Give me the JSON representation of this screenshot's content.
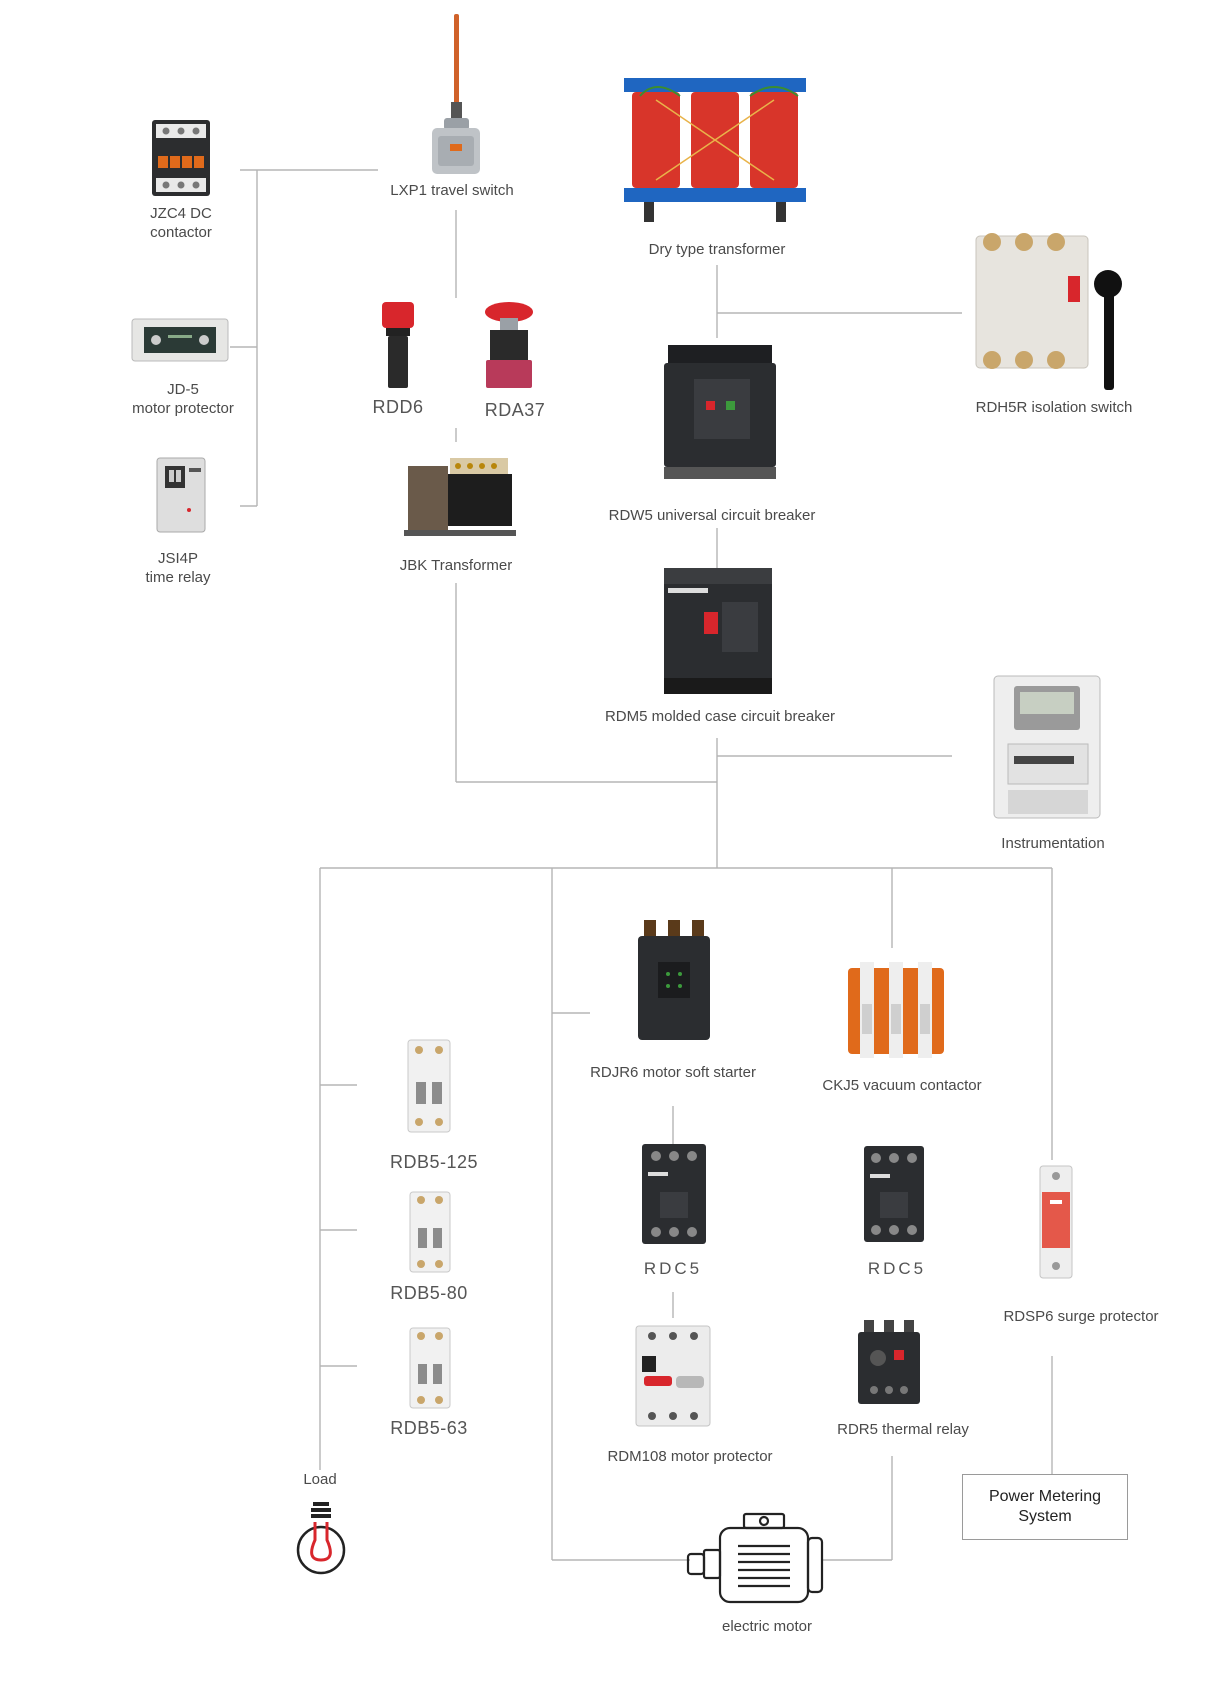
{
  "labels": {
    "jzc4": [
      "JZC4 DC",
      "contactor"
    ],
    "lxp1": "LXP1 travel switch",
    "dry_transformer": "Dry type transformer",
    "jd5": [
      "JD-5",
      "motor protector"
    ],
    "rdd6": "RDD6",
    "rda37": "RDA37",
    "rdh5r": "RDH5R isolation switch",
    "jsi4p": [
      "JSI4P",
      "time relay"
    ],
    "jbk": "JBK Transformer",
    "rdw5": "RDW5 universal circuit breaker",
    "rdm5": "RDM5 molded case circuit breaker",
    "instrumentation": "Instrumentation",
    "rdjr6": "RDJR6 motor soft starter",
    "ckj5": "CKJ5 vacuum contactor",
    "rdb5_125": "RDB5-125",
    "rdb5_80": "RDB5-80",
    "rdb5_63": "RDB5-63",
    "rdc5_a": "RDC5",
    "rdc5_b": "RDC5",
    "rdsp6": "RDSP6 surge protector",
    "rdm108": "RDM108 motor protector",
    "rdr5": "RDR5 thermal relay",
    "load": "Load",
    "power_metering": [
      "Power Metering",
      "System"
    ],
    "electric_motor": "electric motor"
  },
  "colors": {
    "wire": "#b5b5b5",
    "device_dark": "#2b2d30",
    "transformer_red": "#d8352a",
    "transformer_blue": "#1f66c1",
    "orange_accent": "#e06a1b",
    "bulb_red": "#d8262c"
  }
}
